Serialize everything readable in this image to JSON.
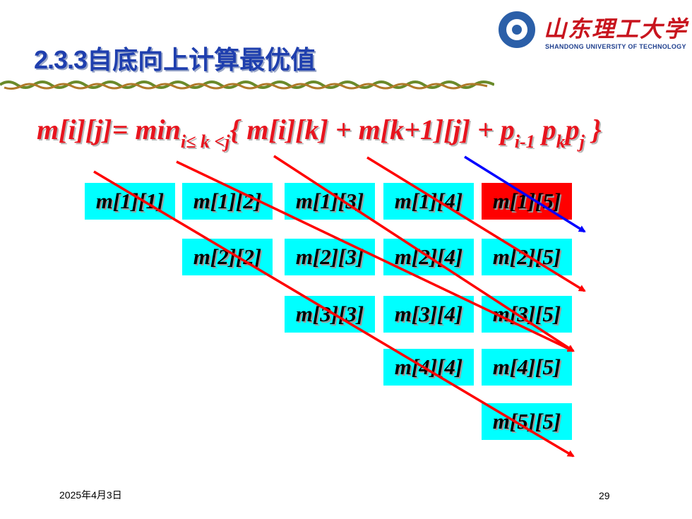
{
  "slide": {
    "title_number": "2.3.3",
    "title_text": "自底向上计算最优值",
    "formula": {
      "lhs": "m[i][j]= min",
      "sub": "i≤ k <j",
      "rhs_a": "{ m[i][k] + m[k+1][j] + p",
      "p1_sub": "i-1",
      "mid_p": " p",
      "p2_sub": "k",
      "end_p": "p",
      "p3_sub": "j",
      "close": " }"
    },
    "logo": {
      "cn": "山东理工大学",
      "en": "SHANDONG UNIVERSITY OF TECHNOLOGY"
    },
    "cells": [
      {
        "label": "m[1][1]",
        "row": 1,
        "col": 1,
        "highlight": false
      },
      {
        "label": "m[1][2]",
        "row": 1,
        "col": 2,
        "highlight": false
      },
      {
        "label": "m[1][3]",
        "row": 1,
        "col": 3,
        "highlight": false
      },
      {
        "label": "m[1][4]",
        "row": 1,
        "col": 4,
        "highlight": false
      },
      {
        "label": "m[1][5]",
        "row": 1,
        "col": 5,
        "highlight": true
      },
      {
        "label": "m[2][2]",
        "row": 2,
        "col": 2,
        "highlight": false
      },
      {
        "label": "m[2][3]",
        "row": 2,
        "col": 3,
        "highlight": false
      },
      {
        "label": "m[2][4]",
        "row": 2,
        "col": 4,
        "highlight": false
      },
      {
        "label": "m[2][5]",
        "row": 2,
        "col": 5,
        "highlight": false
      },
      {
        "label": "m[3][3]",
        "row": 3,
        "col": 3,
        "highlight": false
      },
      {
        "label": "m[3][4]",
        "row": 3,
        "col": 4,
        "highlight": false
      },
      {
        "label": "m[3][5]",
        "row": 3,
        "col": 5,
        "highlight": false
      },
      {
        "label": "m[4][4]",
        "row": 4,
        "col": 4,
        "highlight": false
      },
      {
        "label": "m[4][5]",
        "row": 4,
        "col": 5,
        "highlight": false
      },
      {
        "label": "m[5][5]",
        "row": 5,
        "col": 5,
        "highlight": false
      }
    ],
    "colors": {
      "cell": "#00ffff",
      "cell_highlight": "#ff0000",
      "diagonal_arrow": "#ff0000",
      "final_arrow": "#0000ff",
      "title": "#1f3fae",
      "formula": "#e8141e"
    },
    "footer": {
      "date": "2025年4月3日",
      "page": "29"
    }
  }
}
